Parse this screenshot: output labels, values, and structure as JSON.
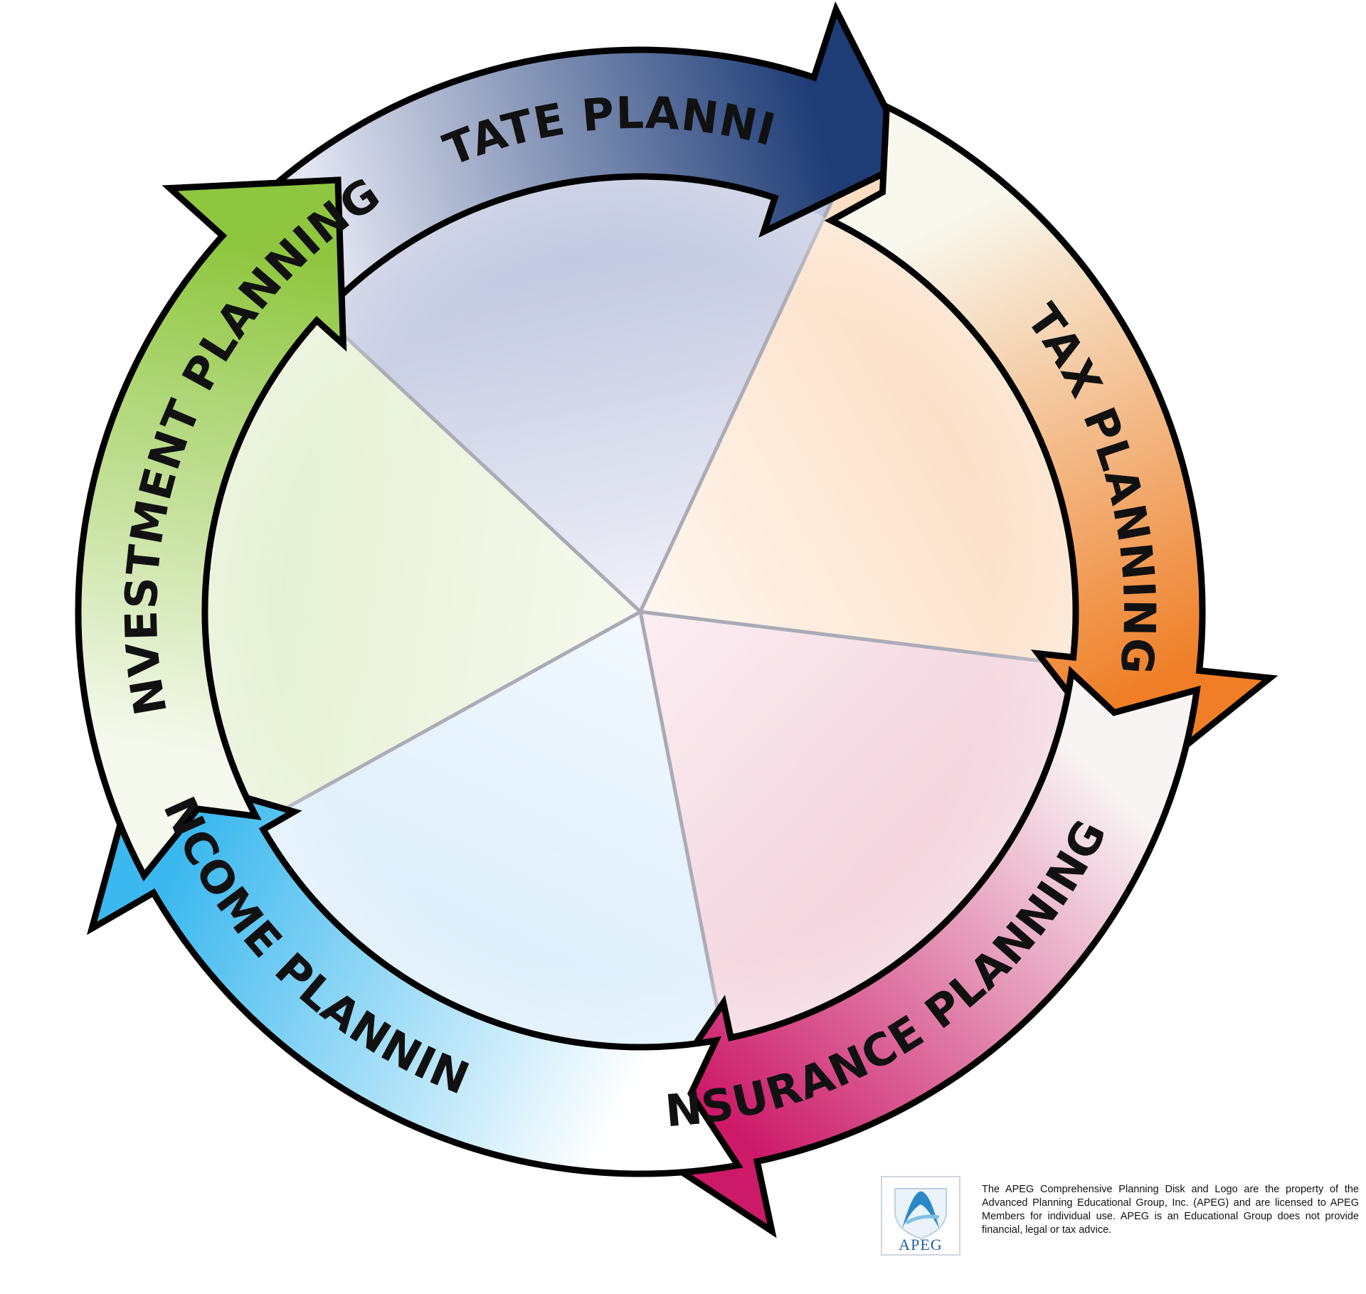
{
  "diagram": {
    "segments": [
      {
        "id": "estate",
        "label": "ESTATE PLANNING",
        "band_start": "#e4e6f2",
        "band_end": "#1e3c76",
        "fill_outer": "#a4aed0",
        "fill_inner": "#eeeff8"
      },
      {
        "id": "tax",
        "label": "TAX PLANNING",
        "band_start": "#f8f8ee",
        "band_end": "#ef7e26",
        "fill_outer": "#fad2ae",
        "fill_inner": "#fff6ee"
      },
      {
        "id": "insurance",
        "label": "INSURANCE PLANNING",
        "band_start": "#f8f4f4",
        "band_end": "#cc1a68",
        "fill_outer": "#eec2d0",
        "fill_inner": "#fbeef2"
      },
      {
        "id": "income",
        "label": "INCOME PLANNING",
        "band_start": "#ffffff",
        "band_end": "#3bb8ef",
        "fill_outer": "#cfe7f8",
        "fill_inner": "#f2f9ff"
      },
      {
        "id": "investment",
        "label": "INVESTMENT PLANNING",
        "band_start": "#f6f9ee",
        "band_end": "#8ec63f",
        "fill_outer": "#dbeac2",
        "fill_inner": "#f6faee"
      }
    ]
  },
  "footer": {
    "logo_text": "APEG",
    "notice": "The APEG Comprehensive Planning Disk and Logo are the property of the Advanced Planning Educational Group, Inc. (APEG) and are licensed to APEG Members for individual use. APEG is an Educational Group does not provide financial, legal or tax advice."
  }
}
